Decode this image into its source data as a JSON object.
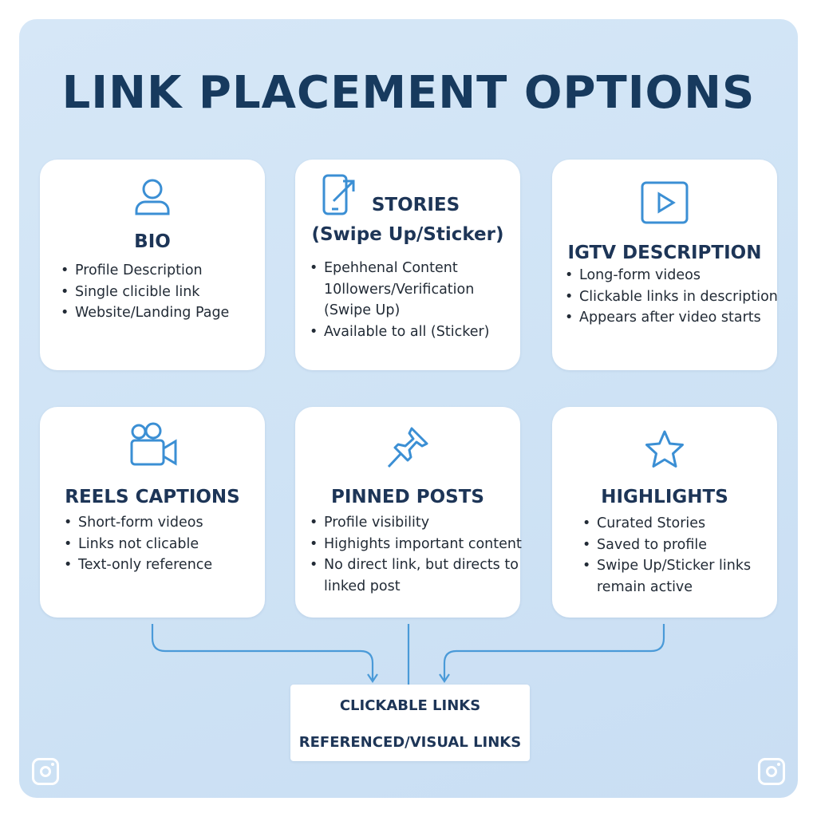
{
  "title": "LINK PLACEMENT OPTIONS",
  "colors": {
    "background": "#cfe3f5",
    "card": "#ffffff",
    "heading": "#173a5e",
    "icon": "#3b8fd4",
    "connector": "#4a9ad8"
  },
  "cards": [
    {
      "icon": "user-icon",
      "title": "BIO",
      "items": [
        "Profile Description",
        "Single clicible link",
        "Website/Landing Page"
      ]
    },
    {
      "icon": "phone-arrow-icon",
      "title_line1": "STORIES",
      "title_line2": "(Swipe Up/Sticker)",
      "items": [
        "Epehhenal Content",
        "10llowers/Verification",
        "(Swipe Up)",
        "Available to all (Sticker)"
      ]
    },
    {
      "icon": "play-icon",
      "title": "IGTV DESCRIPTION",
      "items": [
        "Long-form videos",
        "Clickable links in description",
        "Appears after video starts"
      ]
    },
    {
      "icon": "video-camera-icon",
      "title": "REELS CAPTIONS",
      "items": [
        "Short-form videos",
        "Links not clicable",
        "Text-only reference"
      ]
    },
    {
      "icon": "pin-icon",
      "title": "PINNED POSTS",
      "items": [
        "Profile visibility",
        "Highights important content",
        "No direct link, but directs to",
        "linked post"
      ]
    },
    {
      "icon": "star-icon",
      "title": "HIGHLIGHTS",
      "items": [
        "Curated Stories",
        "Saved to profile",
        "Swipe Up/Sticker links",
        "remain active"
      ]
    }
  ],
  "output": {
    "line1": "CLICKABLE LINKS",
    "line2": "REFERENCED/VISUAL LINKS"
  },
  "corner_icons": [
    "instagram-icon",
    "instagram-icon"
  ]
}
